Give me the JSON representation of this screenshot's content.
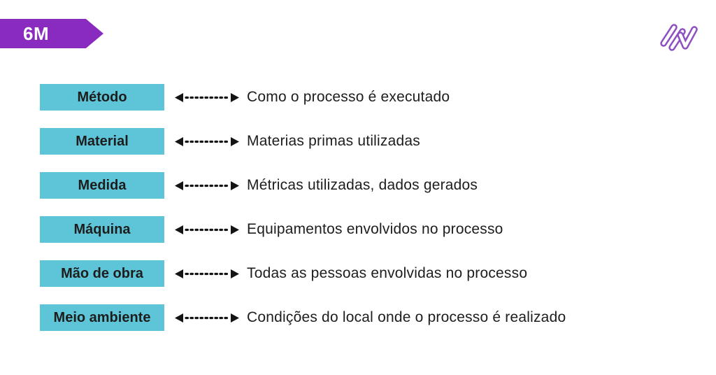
{
  "slide": {
    "title_badge": "6M"
  },
  "colors": {
    "banner_purple": "#8A2BC0",
    "logo_purple": "#8E4FC1",
    "box_cyan": "#5EC5D8",
    "arrow_black": "#141414",
    "text_dark": "#1D1D1D",
    "background": "#FFFFFF"
  },
  "icons": {
    "connector": "dotted-double-arrow-icon",
    "brand": "zigzag-ribbon-logo-icon"
  },
  "rows": [
    {
      "label": "Método",
      "description": "Como o processo é executado"
    },
    {
      "label": "Material",
      "description": "Materias primas utilizadas"
    },
    {
      "label": "Medida",
      "description": "Métricas utilizadas, dados gerados"
    },
    {
      "label": "Máquina",
      "description": "Equipamentos envolvidos no processo"
    },
    {
      "label": "Mão de obra",
      "description": "Todas as pessoas envolvidas no processo"
    },
    {
      "label": "Meio ambiente",
      "description": "Condições do local onde o processo é realizado"
    }
  ]
}
